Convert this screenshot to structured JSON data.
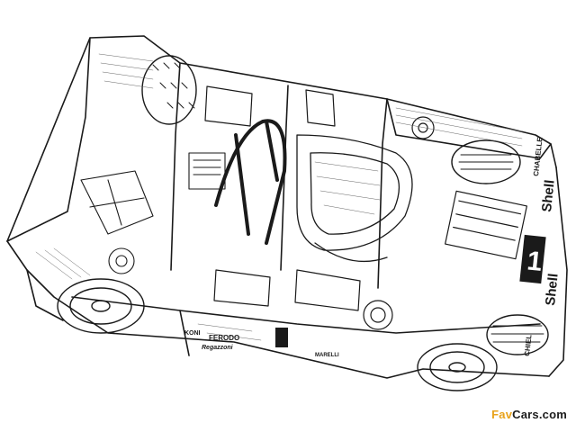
{
  "image": {
    "subject": "race-car-cutaway-illustration",
    "colors": {
      "ink": "#1a1a1a",
      "paper": "#ffffff",
      "watermark_accent": "#e8a21a",
      "watermark_text": "#1c1c1c"
    }
  },
  "livery": {
    "race_number": "1",
    "sponsor_side": "Shell",
    "sponsor_side_second": "Shell",
    "sponsor_tail": "CHABELLE",
    "sponsor_rear": "CHIEL",
    "sponsor_sill": "FERODO",
    "sponsor_sill_2": "KONI",
    "sponsor_driver": "Regazzoni",
    "sponsor_lower": "MARELLI"
  },
  "watermark": {
    "brand": "Fav",
    "rest": "Cars.com"
  }
}
